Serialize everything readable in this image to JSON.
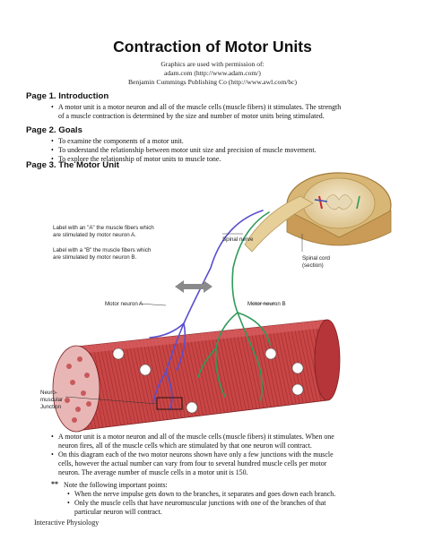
{
  "title": "Contraction of Motor Units",
  "credits": [
    "Graphics are used with permission of:",
    "adam.com (http://www.adam.com/)",
    "Benjamin Cummings Publishing Co (http://www.awl.com/bc)"
  ],
  "page1": {
    "heading": "Page 1.  Introduction",
    "bullet_line1": "A motor unit is a motor neuron and all of the muscle cells (muscle fibers) it stimulates.  The strength",
    "bullet_line2": "of a muscle contraction is determined by the size and number of motor units being stimulated."
  },
  "page2": {
    "heading": "Page 2.  Goals",
    "bullets": [
      "To examine the components of a motor unit.",
      "To understand the relationship between motor unit size and precision of muscle movement.",
      "To explore the relationship of motor units to muscle tone."
    ]
  },
  "page3": {
    "heading": "Page 3.  The Motor Unit"
  },
  "diagram": {
    "label_a_line1": "Label with an \"A\" the muscle fibers which",
    "label_a_line2": "are stimulated by motor neuron A.",
    "label_b_line1": "Label with a \"B\" the muscle fibers which",
    "label_b_line2": "are stimulated by motor neuron B.",
    "spinal_nerve": "Spinal nerve",
    "spinal_cord_line1": "Spinal cord",
    "spinal_cord_line2": "(section)",
    "motor_neuron_a": "Motor neuron A",
    "motor_neuron_b": "Motor neuron B",
    "nmj_line1": "Neuro-",
    "nmj_line2": "muscular",
    "nmj_line3": "Junction",
    "neuron_a_color": "#5a4fcf",
    "neuron_b_color": "#2e9a5a",
    "muscle_color": "#c0393b"
  },
  "body": {
    "bullet1_line1": "A motor unit is a motor neuron and all of the muscle cells (muscle fibers) it stimulates. When one",
    "bullet1_line2": "neuron fires, all of the muscle cells which are stimulated by that one neuron will contract.",
    "bullet2_line1": "On this diagram each of the two motor neurons shown have only a few junctions with the muscle",
    "bullet2_line2": "cells, however the actual number can vary from four to several hundred muscle cells per motor",
    "bullet2_line3": "neuron.  The average number of muscle cells in a motor unit is 150.",
    "note_marker": "**",
    "note": "Note the following important points:",
    "sub1": "When the nerve impulse gets down to the branches, it separates and goes down each branch.",
    "sub2_line1": "Only the muscle cells that have neuromuscular junctions with one of the branches of that",
    "sub2_line2": "particular neuron will contract."
  },
  "footer": "Interactive Physiology"
}
